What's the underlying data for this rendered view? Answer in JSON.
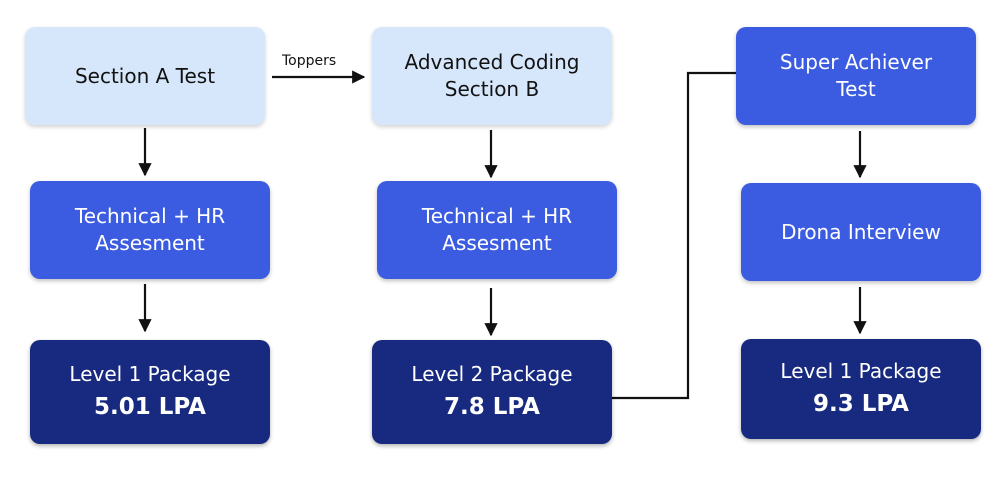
{
  "columns": [
    {
      "step1": {
        "lines": [
          "Section A Test"
        ]
      },
      "step2": {
        "lines": [
          "Technical + HR",
          "Assesment"
        ]
      },
      "result": {
        "label": "Level 1 Package",
        "value": "5.01 LPA"
      }
    },
    {
      "step1": {
        "lines": [
          "Advanced Coding",
          "Section B"
        ]
      },
      "step2": {
        "lines": [
          "Technical + HR",
          "Assesment"
        ]
      },
      "result": {
        "label": "Level 2 Package",
        "value": "7.8 LPA"
      }
    },
    {
      "step1": {
        "lines": [
          "Super Achiever",
          "Test"
        ]
      },
      "step2": {
        "lines": [
          "Drona Interview"
        ]
      },
      "result": {
        "label": "Level 1 Package",
        "value": "9.3 LPA"
      }
    }
  ],
  "edges": {
    "a_to_b_label": "Toppers"
  },
  "colors": {
    "light_box": "#d6e6fb",
    "mid_box": "#3b5ce0",
    "dark_box": "#172a80",
    "line": "#111111"
  }
}
